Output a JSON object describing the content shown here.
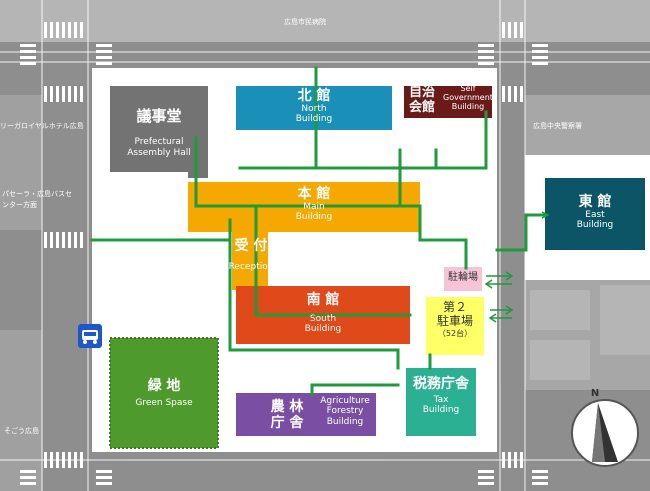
{
  "streets": {
    "top": "広島市民病院",
    "left_hotel": "リーガロイヤルホテル広島",
    "left_bus_1": "パセーラ・広島バスセ",
    "left_bus_2": "ンター方面",
    "bottom_left": "そごう広島",
    "right_police": "広島中央警察署"
  },
  "buildings": {
    "assembly": {
      "jp": "議事堂",
      "en1": "Prefectural",
      "en2": "Assembly Hall",
      "color": "#737373"
    },
    "north": {
      "jp": "北 館",
      "en1": "North",
      "en2": "Building",
      "color": "#1a8fb8"
    },
    "selfgov": {
      "jp1": "自治",
      "jp2": "会館",
      "en1": "Self",
      "en2": "Government",
      "en3": "Building",
      "color": "#6b1a1a"
    },
    "main": {
      "jp": "本 館",
      "en1": "Main",
      "en2": "Building",
      "color": "#f5a800"
    },
    "reception": {
      "jp": "受 付",
      "en": "Reception"
    },
    "east": {
      "jp": "東 館",
      "en1": "East",
      "en2": "Building",
      "color": "#0b5566"
    },
    "bicycle": {
      "jp": "駐輪場",
      "color": "#f7c3d6"
    },
    "parking": {
      "jp1": "第２",
      "jp2": "駐車場",
      "jp3": "（52台）",
      "color": "#ffff66"
    },
    "south": {
      "jp": "南 館",
      "en1": "South",
      "en2": "Building",
      "color": "#e04a1a"
    },
    "green": {
      "jp": "緑 地",
      "en": "Green Spase",
      "color": "#4f9a2c"
    },
    "agri": {
      "jp1": "農 林",
      "jp2": "庁 舎",
      "en1": "Agriculture",
      "en2": "Forestry",
      "en3": "Building",
      "color": "#7a4fa3"
    },
    "tax": {
      "jp": "税務庁舎",
      "en1": "Tax",
      "en2": "Building",
      "color": "#2bb093"
    }
  },
  "compass": {
    "label": "N"
  }
}
